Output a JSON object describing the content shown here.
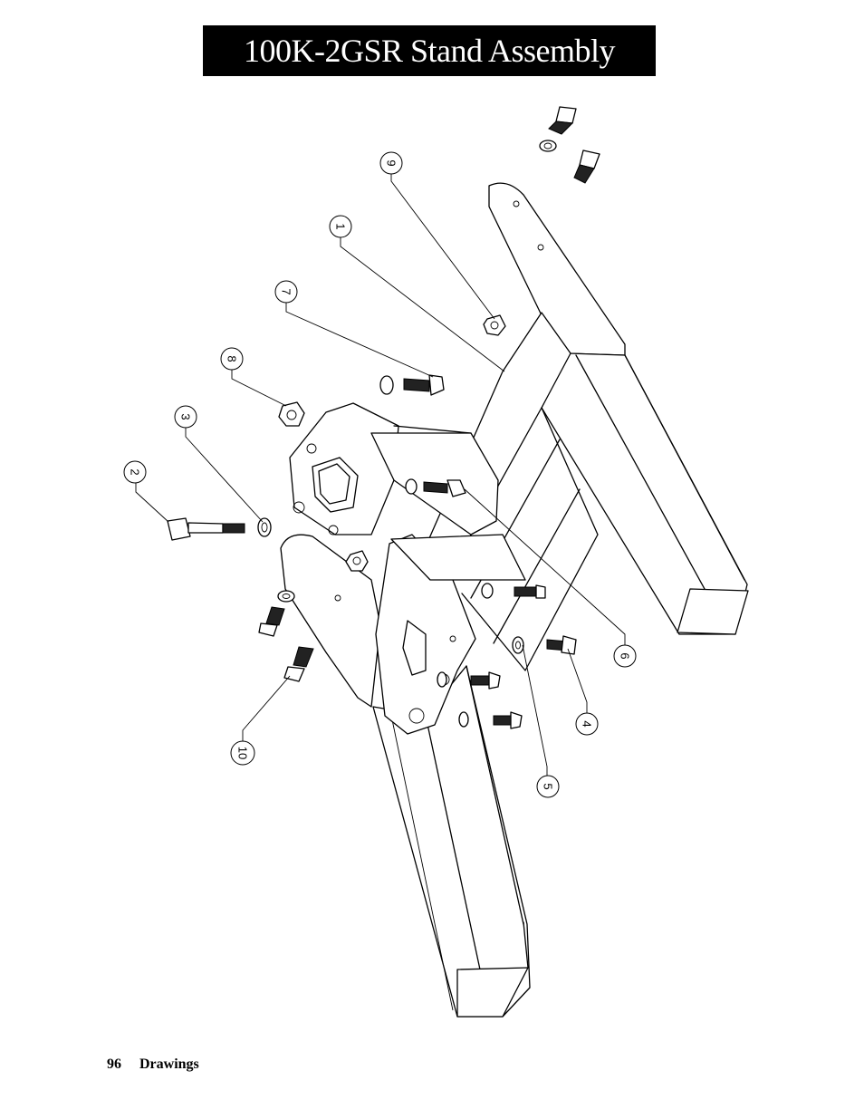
{
  "title": "100K-2GSR Stand Assembly",
  "footer": {
    "page_number": "96",
    "section": "Drawings"
  },
  "balloons": [
    {
      "label": "1"
    },
    {
      "label": "2"
    },
    {
      "label": "3"
    },
    {
      "label": "4"
    },
    {
      "label": "5"
    },
    {
      "label": "6"
    },
    {
      "label": "7"
    },
    {
      "label": "8"
    },
    {
      "label": "9"
    },
    {
      "label": "10"
    }
  ]
}
